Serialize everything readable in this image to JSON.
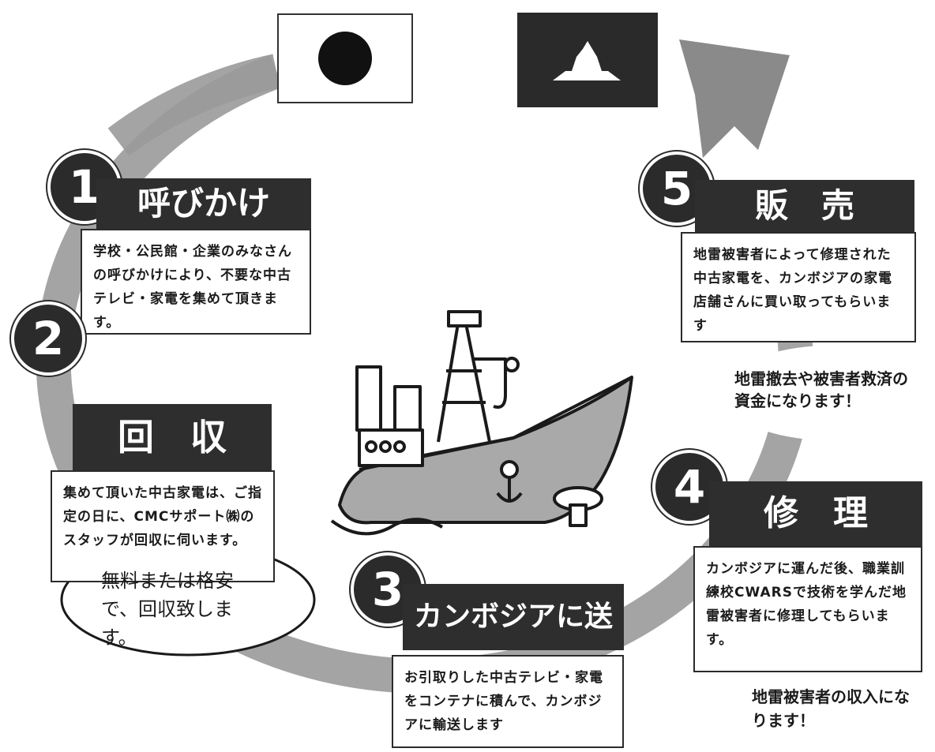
{
  "steps": [
    {
      "number": "1",
      "title": "呼びかけ",
      "description": "学校・公民館・企業のみなさんの呼びかけにより、不要な中古テレビ・家電を集めて頂きます。"
    },
    {
      "number": "2",
      "title": "回　収",
      "description": "集めて頂いた中古家電は、ご指定の日に、CMCサポート㈱のスタッフが回収に伺います。"
    },
    {
      "number": "3",
      "title": "カンボジアに送る",
      "description": "お引取りした中古テレビ・家電をコンテナに積んで、カンボジアに輸送します"
    },
    {
      "number": "4",
      "title": "修　理",
      "description": "カンボジアに運んだ後、職業訓練校CWARSで技術を学んだ地雷被害者に修理してもらいます。"
    },
    {
      "number": "5",
      "title": "販　売",
      "description": "地雷被害者によって修理された中古家電を、カンボジアの家電店舗さんに買い取ってもらいます"
    }
  ],
  "callouts": {
    "collection_free": "無料または格安で、回収致します。",
    "mine_fund": "地雷撤去や被害者救済の資金になります！",
    "victim_income": "地雷被害者の収入になります！"
  },
  "flags": {
    "japan": {
      "name": "japan-flag",
      "circle_color": "#111111"
    },
    "cambodia": {
      "name": "cambodia-flag",
      "color": "#2a2a2a"
    }
  },
  "colors": {
    "arrow": "#9a9a9a",
    "box_dark": "#2e2e2e"
  }
}
